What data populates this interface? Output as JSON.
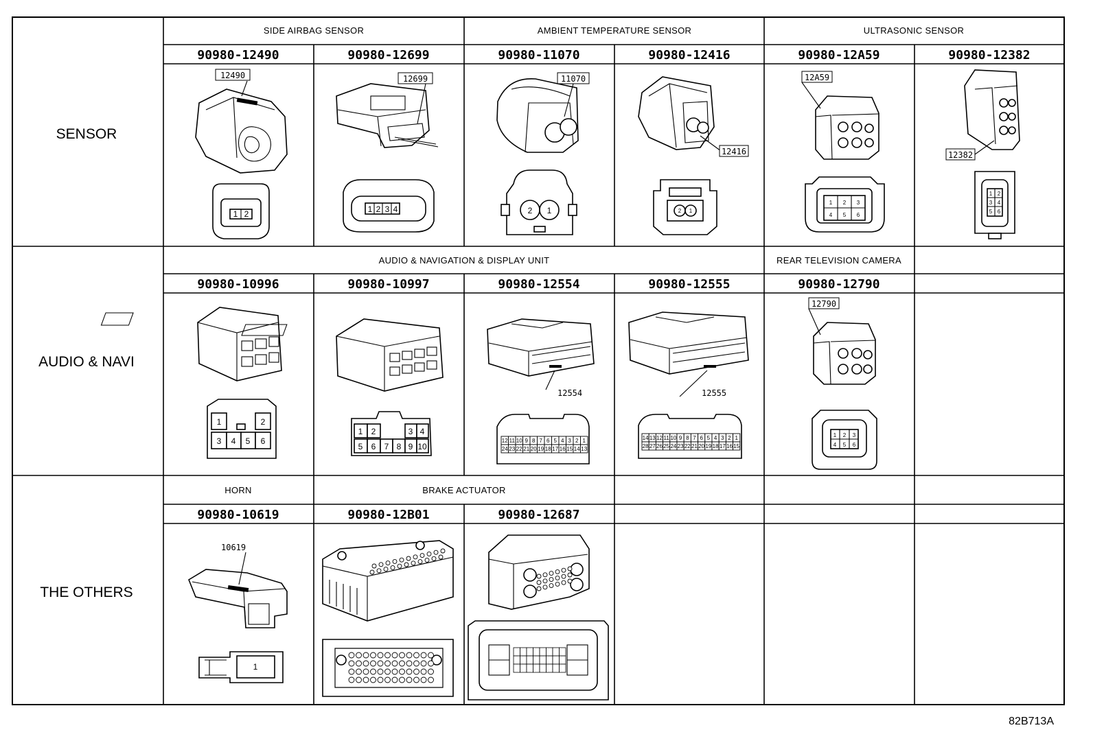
{
  "sections": [
    {
      "category": "SENSOR",
      "groups": [
        {
          "label": "SIDE AIRBAG SENSOR",
          "span": 2
        },
        {
          "label": "AMBIENT TEMPERATURE SENSOR",
          "span": 2
        },
        {
          "label": "ULTRASONIC SENSOR",
          "span": 2
        }
      ],
      "connectors": [
        {
          "part": "90980-12490",
          "callout": "12490",
          "pins": [
            "1",
            "2"
          ]
        },
        {
          "part": "90980-12699",
          "callout": "12699",
          "pins": [
            "1",
            "2",
            "3",
            "4"
          ]
        },
        {
          "part": "90980-11070",
          "callout": "11070",
          "pins": [
            "2",
            "1"
          ]
        },
        {
          "part": "90980-12416",
          "callout": "12416",
          "pins": [
            "2",
            "1"
          ]
        },
        {
          "part": "90980-12A59",
          "callout": "12A59",
          "pins": [
            "1",
            "2",
            "3",
            "4",
            "5",
            "6"
          ]
        },
        {
          "part": "90980-12382",
          "callout": "12382",
          "pins": [
            "1",
            "2",
            "3",
            "4",
            "5",
            "6"
          ]
        }
      ]
    },
    {
      "category": "AUDIO & NAVI",
      "groups": [
        {
          "label": "AUDIO & NAVIGATION & DISPLAY UNIT",
          "span": 4
        },
        {
          "label": "REAR TELEVISION CAMERA",
          "span": 1
        },
        {
          "label": "",
          "span": 1
        }
      ],
      "connectors": [
        {
          "part": "90980-10996",
          "callout": "",
          "pins": [
            "1",
            "2",
            "3",
            "4",
            "5",
            "6"
          ]
        },
        {
          "part": "90980-10997",
          "callout": "",
          "pins": [
            "1",
            "2",
            "3",
            "4",
            "5",
            "6",
            "7",
            "8",
            "9",
            "10"
          ]
        },
        {
          "part": "90980-12554",
          "callout": "12554",
          "pins": [
            "12",
            "11",
            "10",
            "9",
            "8",
            "7",
            "6",
            "5",
            "4",
            "3",
            "2",
            "1",
            "24",
            "23",
            "22",
            "21",
            "20",
            "19",
            "18",
            "17",
            "16",
            "15",
            "14",
            "13"
          ]
        },
        {
          "part": "90980-12555",
          "callout": "12555",
          "pins": [
            "14",
            "13",
            "12",
            "11",
            "10",
            "9",
            "8",
            "7",
            "6",
            "5",
            "4",
            "3",
            "2",
            "1",
            "28",
            "27",
            "26",
            "25",
            "24",
            "23",
            "22",
            "21",
            "20",
            "19",
            "18",
            "17",
            "16",
            "15"
          ]
        },
        {
          "part": "90980-12790",
          "callout": "12790",
          "pins": [
            "1",
            "2",
            "3",
            "4",
            "5",
            "6"
          ]
        },
        {
          "part": "",
          "callout": "",
          "pins": []
        }
      ]
    },
    {
      "category": "THE OTHERS",
      "groups": [
        {
          "label": "HORN",
          "span": 1
        },
        {
          "label": "BRAKE ACTUATOR",
          "span": 2
        },
        {
          "label": "",
          "span": 1
        },
        {
          "label": "",
          "span": 1
        },
        {
          "label": "",
          "span": 1
        }
      ],
      "connectors": [
        {
          "part": "90980-10619",
          "callout": "10619",
          "pins": [
            "1"
          ]
        },
        {
          "part": "90980-12B01",
          "callout": "",
          "pins": []
        },
        {
          "part": "90980-12687",
          "callout": "",
          "pins": []
        },
        {
          "part": "",
          "callout": "",
          "pins": []
        },
        {
          "part": "",
          "callout": "",
          "pins": []
        },
        {
          "part": "",
          "callout": "",
          "pins": []
        }
      ]
    }
  ],
  "figure_code": "82B713A"
}
